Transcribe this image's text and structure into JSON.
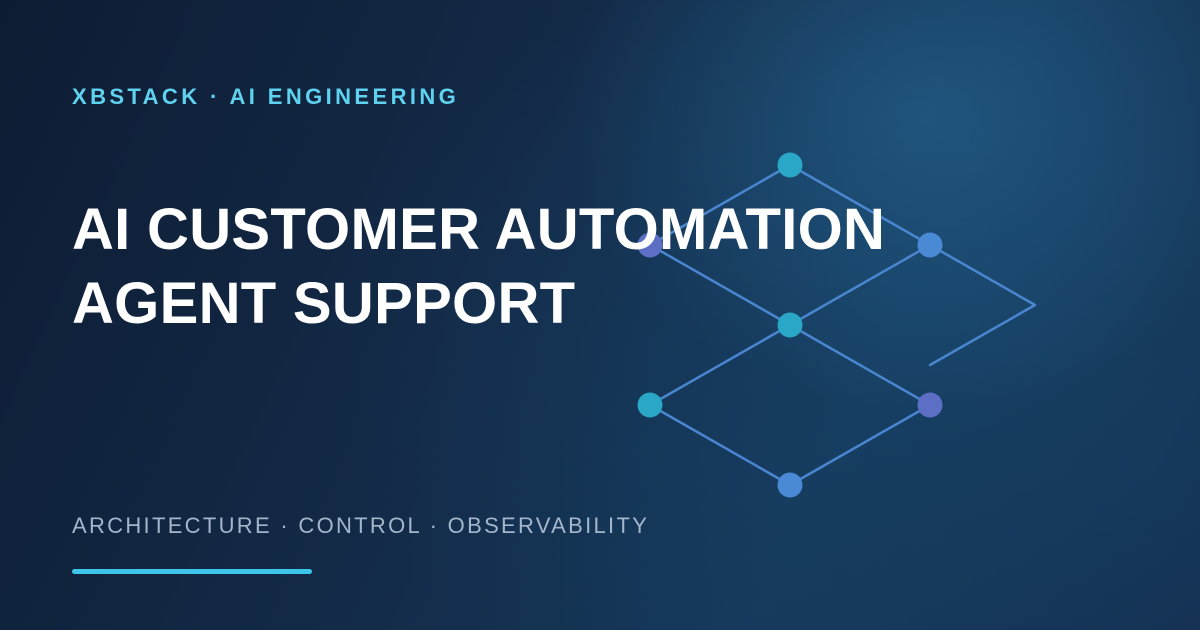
{
  "eyebrow": "XBSTACK · AI ENGINEERING",
  "title": {
    "line1": "AI CUSTOMER AUTOMATION",
    "line2": "AGENT SUPPORT"
  },
  "tagline": "ARCHITECTURE · CONTROL · OBSERVABILITY",
  "colors": {
    "eyebrow": "#5fd2ef",
    "title": "#ffffff",
    "tagline": "#a3b6cb",
    "accent_bar": "#3ec5ea",
    "graph_line": "#4a86d0",
    "node_teal": "#2aa6c6",
    "node_blue": "#4a8ad4",
    "node_violet": "#5c6fc4"
  },
  "graphic": {
    "icon": "network-graph-icon"
  }
}
